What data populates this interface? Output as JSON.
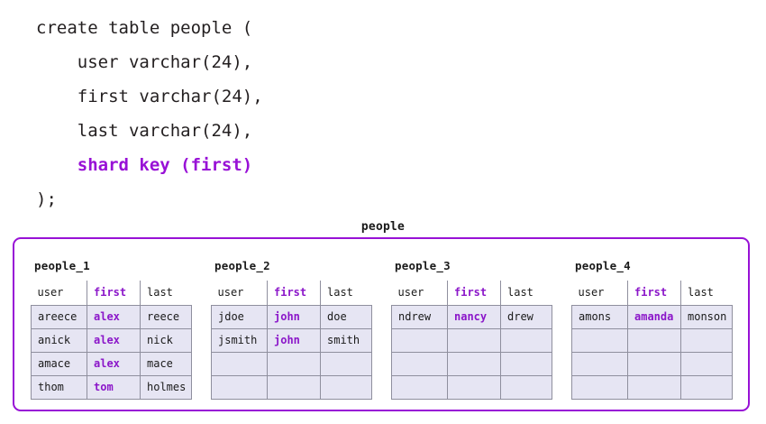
{
  "sql": {
    "lines": [
      {
        "text": "create table people (",
        "highlight": false
      },
      {
        "text": "    user varchar(24),",
        "highlight": false
      },
      {
        "text": "    first varchar(24),",
        "highlight": false
      },
      {
        "text": "    last varchar(24),",
        "highlight": false
      },
      {
        "text": "    shard key (first)",
        "highlight": true
      },
      {
        "text": ");",
        "highlight": false
      }
    ]
  },
  "diagram": {
    "caption": "people",
    "accent_color": "#9811d6",
    "cell_fill": "#e6e5f3",
    "cell_border": "#8f8f9e",
    "columns": [
      "user",
      "first",
      "last"
    ],
    "shard_key_column": "first",
    "shards": [
      {
        "title": "people_1",
        "rows": [
          [
            "areece",
            "alex",
            "reece"
          ],
          [
            "anick",
            "alex",
            "nick"
          ],
          [
            "amace",
            "alex",
            "mace"
          ],
          [
            "thom",
            "tom",
            "holmes"
          ]
        ]
      },
      {
        "title": "people_2",
        "rows": [
          [
            "jdoe",
            "john",
            "doe"
          ],
          [
            "jsmith",
            "john",
            "smith"
          ],
          [
            "",
            "",
            ""
          ],
          [
            "",
            "",
            ""
          ]
        ]
      },
      {
        "title": "people_3",
        "rows": [
          [
            "ndrew",
            "nancy",
            "drew"
          ],
          [
            "",
            "",
            ""
          ],
          [
            "",
            "",
            ""
          ],
          [
            "",
            "",
            ""
          ]
        ]
      },
      {
        "title": "people_4",
        "rows": [
          [
            "amons",
            "amanda",
            "monson"
          ],
          [
            "",
            "",
            ""
          ],
          [
            "",
            "",
            ""
          ],
          [
            "",
            "",
            ""
          ]
        ]
      }
    ]
  }
}
